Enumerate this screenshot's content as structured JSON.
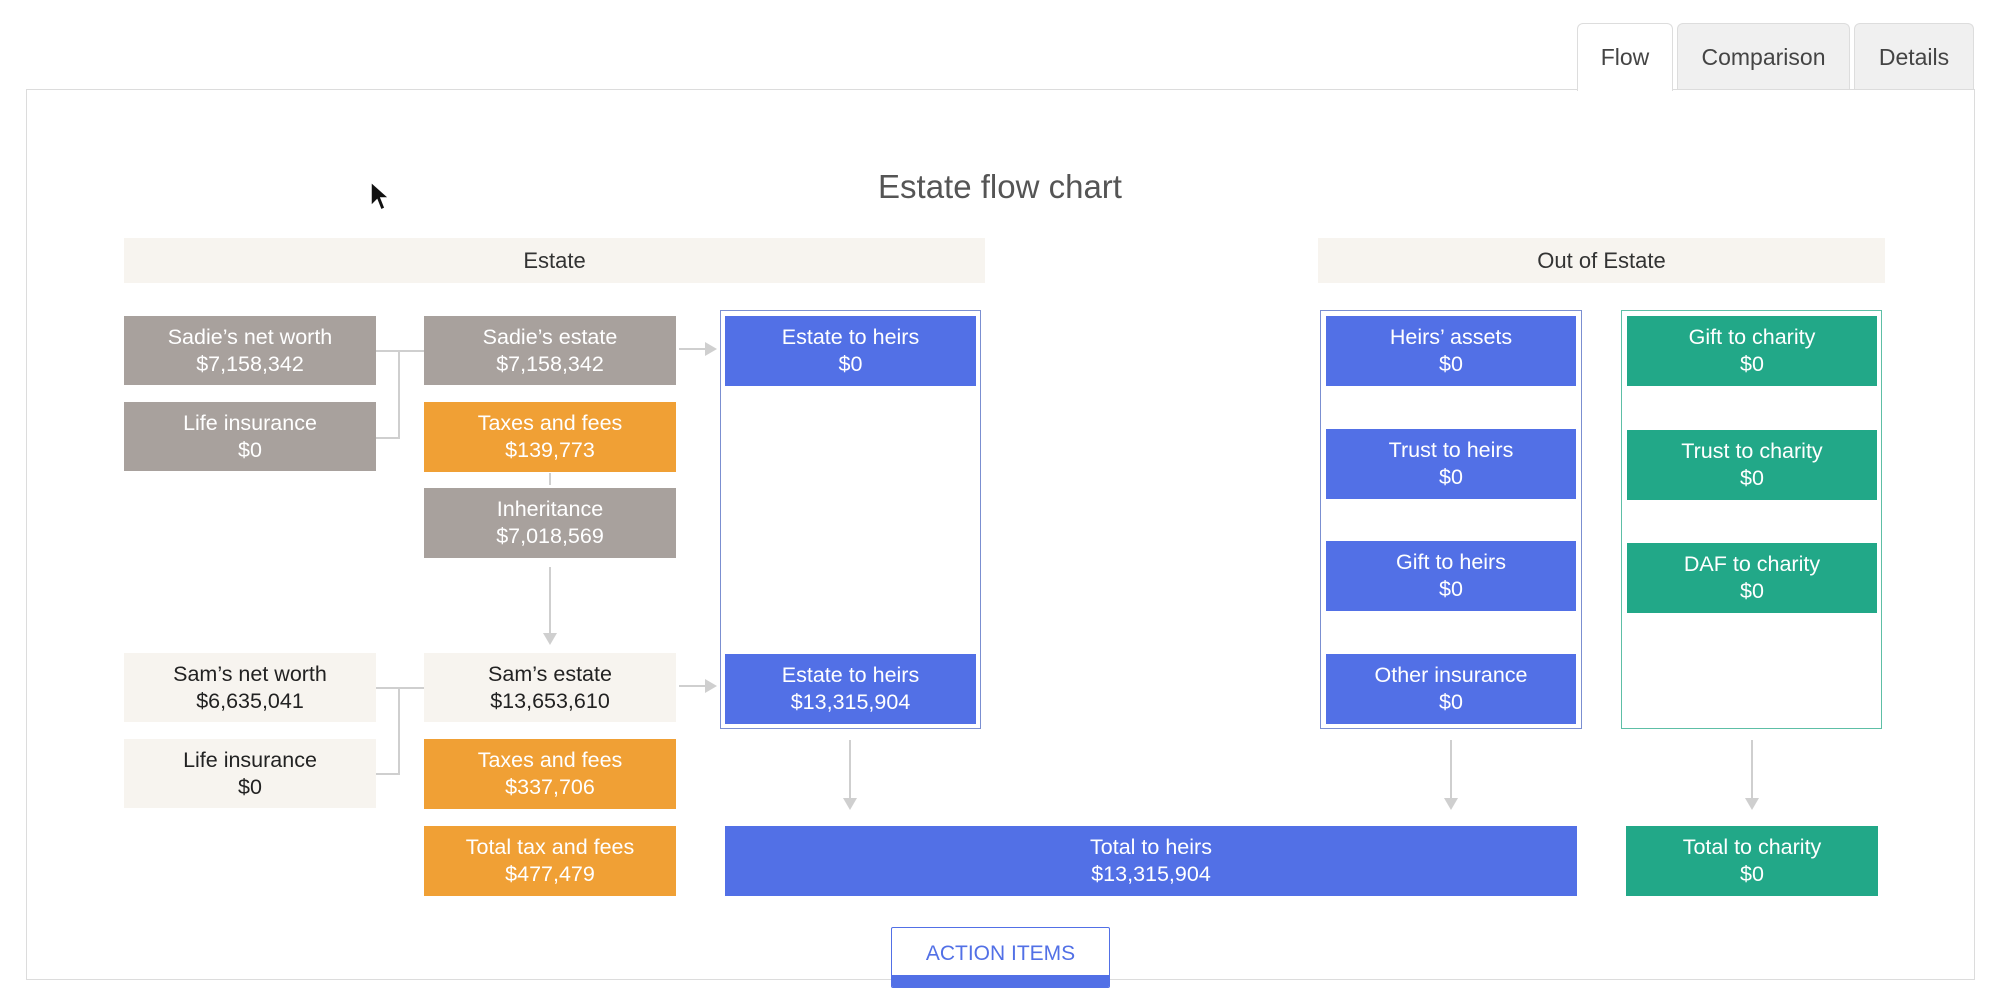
{
  "tabs": [
    {
      "label": "Flow",
      "active": true
    },
    {
      "label": "Comparison",
      "active": false
    },
    {
      "label": "Details",
      "active": false
    }
  ],
  "chart_title": "Estate flow chart",
  "sections": {
    "estate": "Estate",
    "out_of_estate": "Out of Estate"
  },
  "sadie": {
    "net_worth": {
      "label": "Sadie’s net worth",
      "value": "$7,158,342"
    },
    "life_insurance": {
      "label": "Life insurance",
      "value": "$0"
    },
    "estate": {
      "label": "Sadie’s estate",
      "value": "$7,158,342"
    },
    "taxes": {
      "label": "Taxes and fees",
      "value": "$139,773"
    },
    "inheritance": {
      "label": "Inheritance",
      "value": "$7,018,569"
    },
    "estate_to_heirs": {
      "label": "Estate to heirs",
      "value": "$0"
    }
  },
  "sam": {
    "net_worth": {
      "label": "Sam’s net worth",
      "value": "$6,635,041"
    },
    "life_insurance": {
      "label": "Life insurance",
      "value": "$0"
    },
    "estate": {
      "label": "Sam’s estate",
      "value": "$13,653,610"
    },
    "taxes": {
      "label": "Taxes and fees",
      "value": "$337,706"
    },
    "estate_to_heirs": {
      "label": "Estate to heirs",
      "value": "$13,315,904"
    }
  },
  "total_tax": {
    "label": "Total tax and fees",
    "value": "$477,479"
  },
  "out_heirs": [
    {
      "label": "Heirs’ assets",
      "value": "$0"
    },
    {
      "label": "Trust to heirs",
      "value": "$0"
    },
    {
      "label": "Gift to heirs",
      "value": "$0"
    },
    {
      "label": "Other insurance",
      "value": "$0"
    }
  ],
  "out_charity": [
    {
      "label": "Gift to charity",
      "value": "$0"
    },
    {
      "label": "Trust to charity",
      "value": "$0"
    },
    {
      "label": "DAF to charity",
      "value": "$0"
    }
  ],
  "total_heirs": {
    "label": "Total to heirs",
    "value": "$13,315,904"
  },
  "total_charity": {
    "label": "Total to charity",
    "value": "$0"
  },
  "action_button": "ACTION ITEMS",
  "colors": {
    "gray": "#a8a19d",
    "orange": "#f0a035",
    "blue": "#5270e6",
    "green": "#22a888",
    "beige": "#f7f4ef"
  }
}
